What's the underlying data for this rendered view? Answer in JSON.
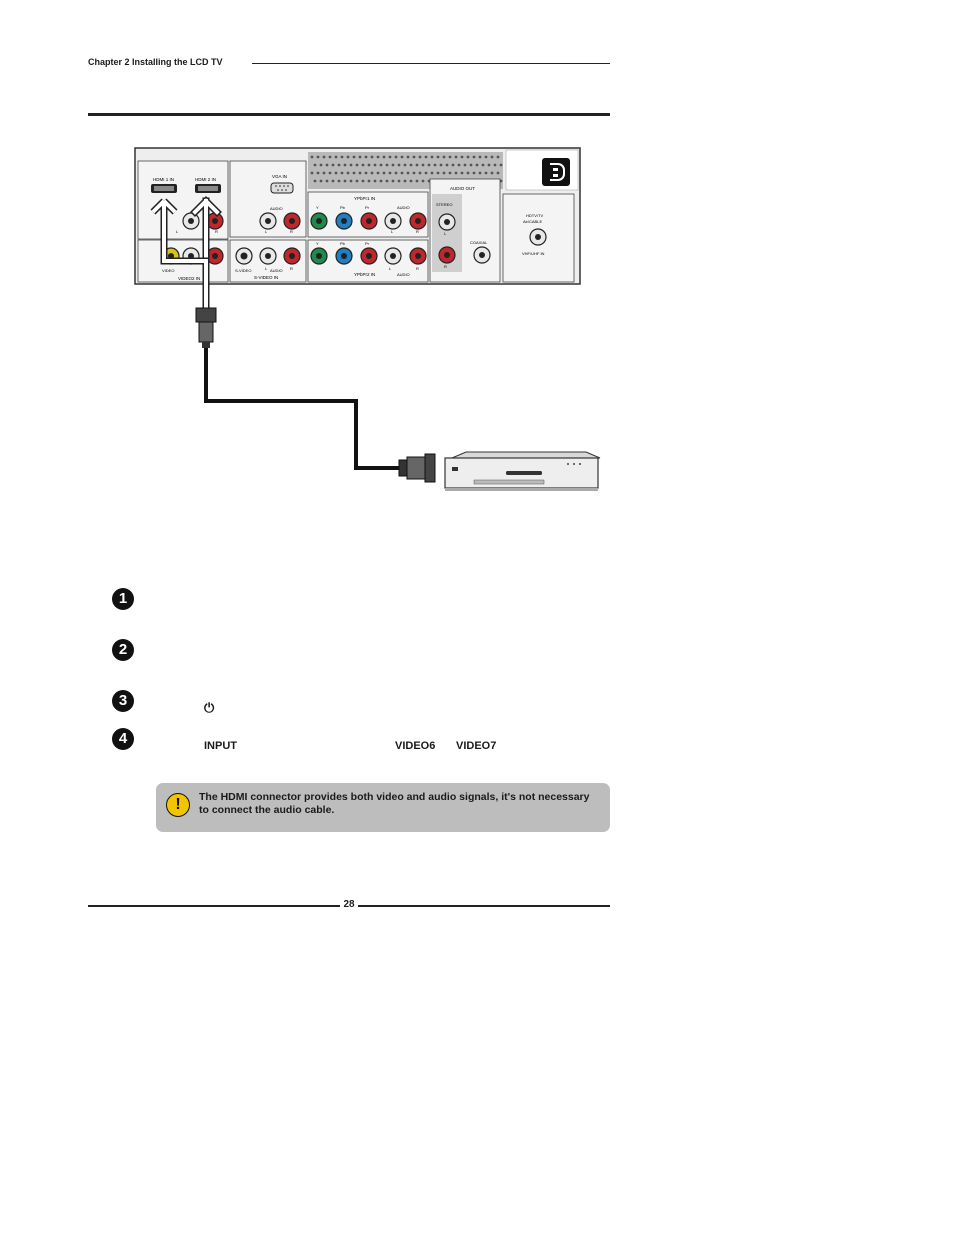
{
  "header": {
    "chapter": "Chapter 2 Installing the LCD TV"
  },
  "panel": {
    "hdmi1": "HDMI 1 IN",
    "hdmi2": "HDMI 2 IN",
    "vga_in": "VGA IN",
    "audio": "AUDIO",
    "l": "L",
    "r": "R",
    "ypbpr1_in": "YPbPr1 IN",
    "ypbpr2_in": "YPbPr2 IN",
    "y": "Y",
    "pb": "Pb",
    "pr": "Pr",
    "audio_out": "AUDIO OUT",
    "stereo": "STEREO",
    "coaxial": "COAXIAL",
    "hdtv_line1": "HDTV/TV",
    "hdtv_line2": "Air/CABLE",
    "vhf_uhf": "VHF/UHF IN",
    "video": "VIDEO",
    "video2_in": "VIDEO2 IN",
    "s_video": "S-VIDEO",
    "s_video_in": "S-VIDEO IN"
  },
  "steps": [
    {
      "number": "1"
    },
    {
      "number": "2"
    },
    {
      "number": "3",
      "power_symbol": "⏻"
    },
    {
      "number": "4",
      "input_label": "INPUT",
      "video6": "VIDEO6",
      "video7": "VIDEO7"
    }
  ],
  "note": {
    "icon": "warning-icon",
    "text": "The HDMI connector provides both video and audio signals, it's not necessary to connect the audio cable."
  },
  "footer": {
    "page_number": "28"
  },
  "colors": {
    "jack_green": "#1f8a4c",
    "jack_blue": "#1f7fc0",
    "jack_red": "#c0272d",
    "jack_yellow": "#d8c21a",
    "note_bg": "#bdbdbd",
    "warning": "#f2c500"
  }
}
